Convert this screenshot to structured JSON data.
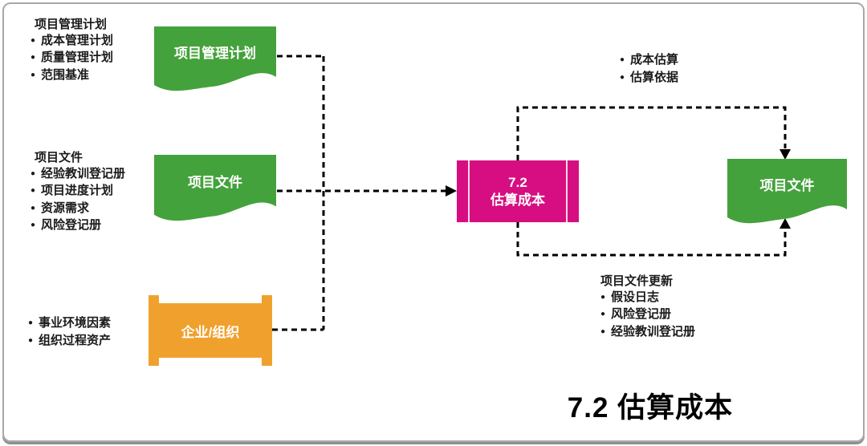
{
  "colors": {
    "green": "#44a23c",
    "magenta": "#d60e81",
    "orange": "#f0a12d",
    "line": "#000000",
    "frame_border": "#a8a8a8"
  },
  "annotations": {
    "block1": {
      "title": "项目管理计划",
      "items": [
        "成本管理计划",
        "质量管理计划",
        "范围基准"
      ]
    },
    "block2": {
      "title": "项目文件",
      "items": [
        "经验教训登记册",
        "项目进度计划",
        "资源需求",
        "风险登记册"
      ]
    },
    "block3": {
      "items": [
        "事业环境因素",
        "组织过程资产"
      ]
    },
    "outputs_top": {
      "items": [
        "成本估算",
        "估算依据"
      ]
    },
    "outputs_bottom": {
      "title": "项目文件更新",
      "items": [
        "假设日志",
        "风险登记册",
        "经验教训登记册"
      ]
    }
  },
  "shapes": {
    "input1": {
      "label": "项目管理计划"
    },
    "input2": {
      "label": "项目文件"
    },
    "input3": {
      "label": "企业/组织"
    },
    "process": {
      "number": "7.2",
      "name": "估算成本"
    },
    "output": {
      "label": "项目文件"
    }
  },
  "caption": "7.2 估算成本"
}
